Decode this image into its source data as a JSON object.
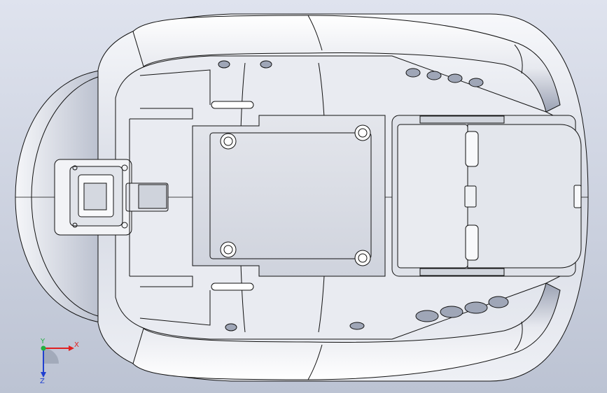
{
  "triad": {
    "x_label": "X",
    "z_label": "Z",
    "y_label": "Y",
    "x_color": "#e02020",
    "y_color": "#20b040",
    "z_color": "#2040d0"
  },
  "model": {
    "line_color": "#111111",
    "shell_light": "#ffffff",
    "shell_shade": "#a9b0c1",
    "panel_fill": "#d8dbe3"
  }
}
